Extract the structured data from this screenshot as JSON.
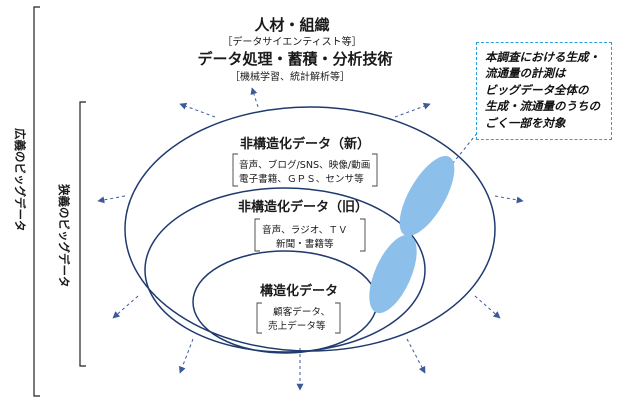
{
  "broad": {
    "label": "広義のビッグデータ",
    "title1": "人材・組織",
    "sub1": "［データサイエンティスト等］",
    "title2": "データ処理・蓄積・分析技術",
    "sub2": "［機械学習、統計解析等］"
  },
  "narrow": {
    "label": "狭義のビッグデータ"
  },
  "layers": [
    {
      "title": "非構造化データ（新）",
      "items": [
        "音声、ブログ/SNS、映像/動画",
        "電子書籍、ＧＰＳ、センサ等"
      ]
    },
    {
      "title": "非構造化データ（旧）",
      "items": [
        "音声、ラジオ、ＴＶ",
        "新聞・書籍等"
      ]
    },
    {
      "title": "構造化データ",
      "items": [
        "顧客データ、",
        "売上データ等"
      ]
    }
  ],
  "callout": {
    "lines": [
      "本調査における生成・",
      "流通量の計測は",
      "ビッグデータ全体の",
      "生成・流通量のうちの",
      "ごく一部を対象"
    ]
  },
  "colors": {
    "ellipse": "#1f3a6e",
    "highlight": "#8cc0ea",
    "callout_border": "#2aa0e0",
    "arrow": "#3a5a9a"
  }
}
